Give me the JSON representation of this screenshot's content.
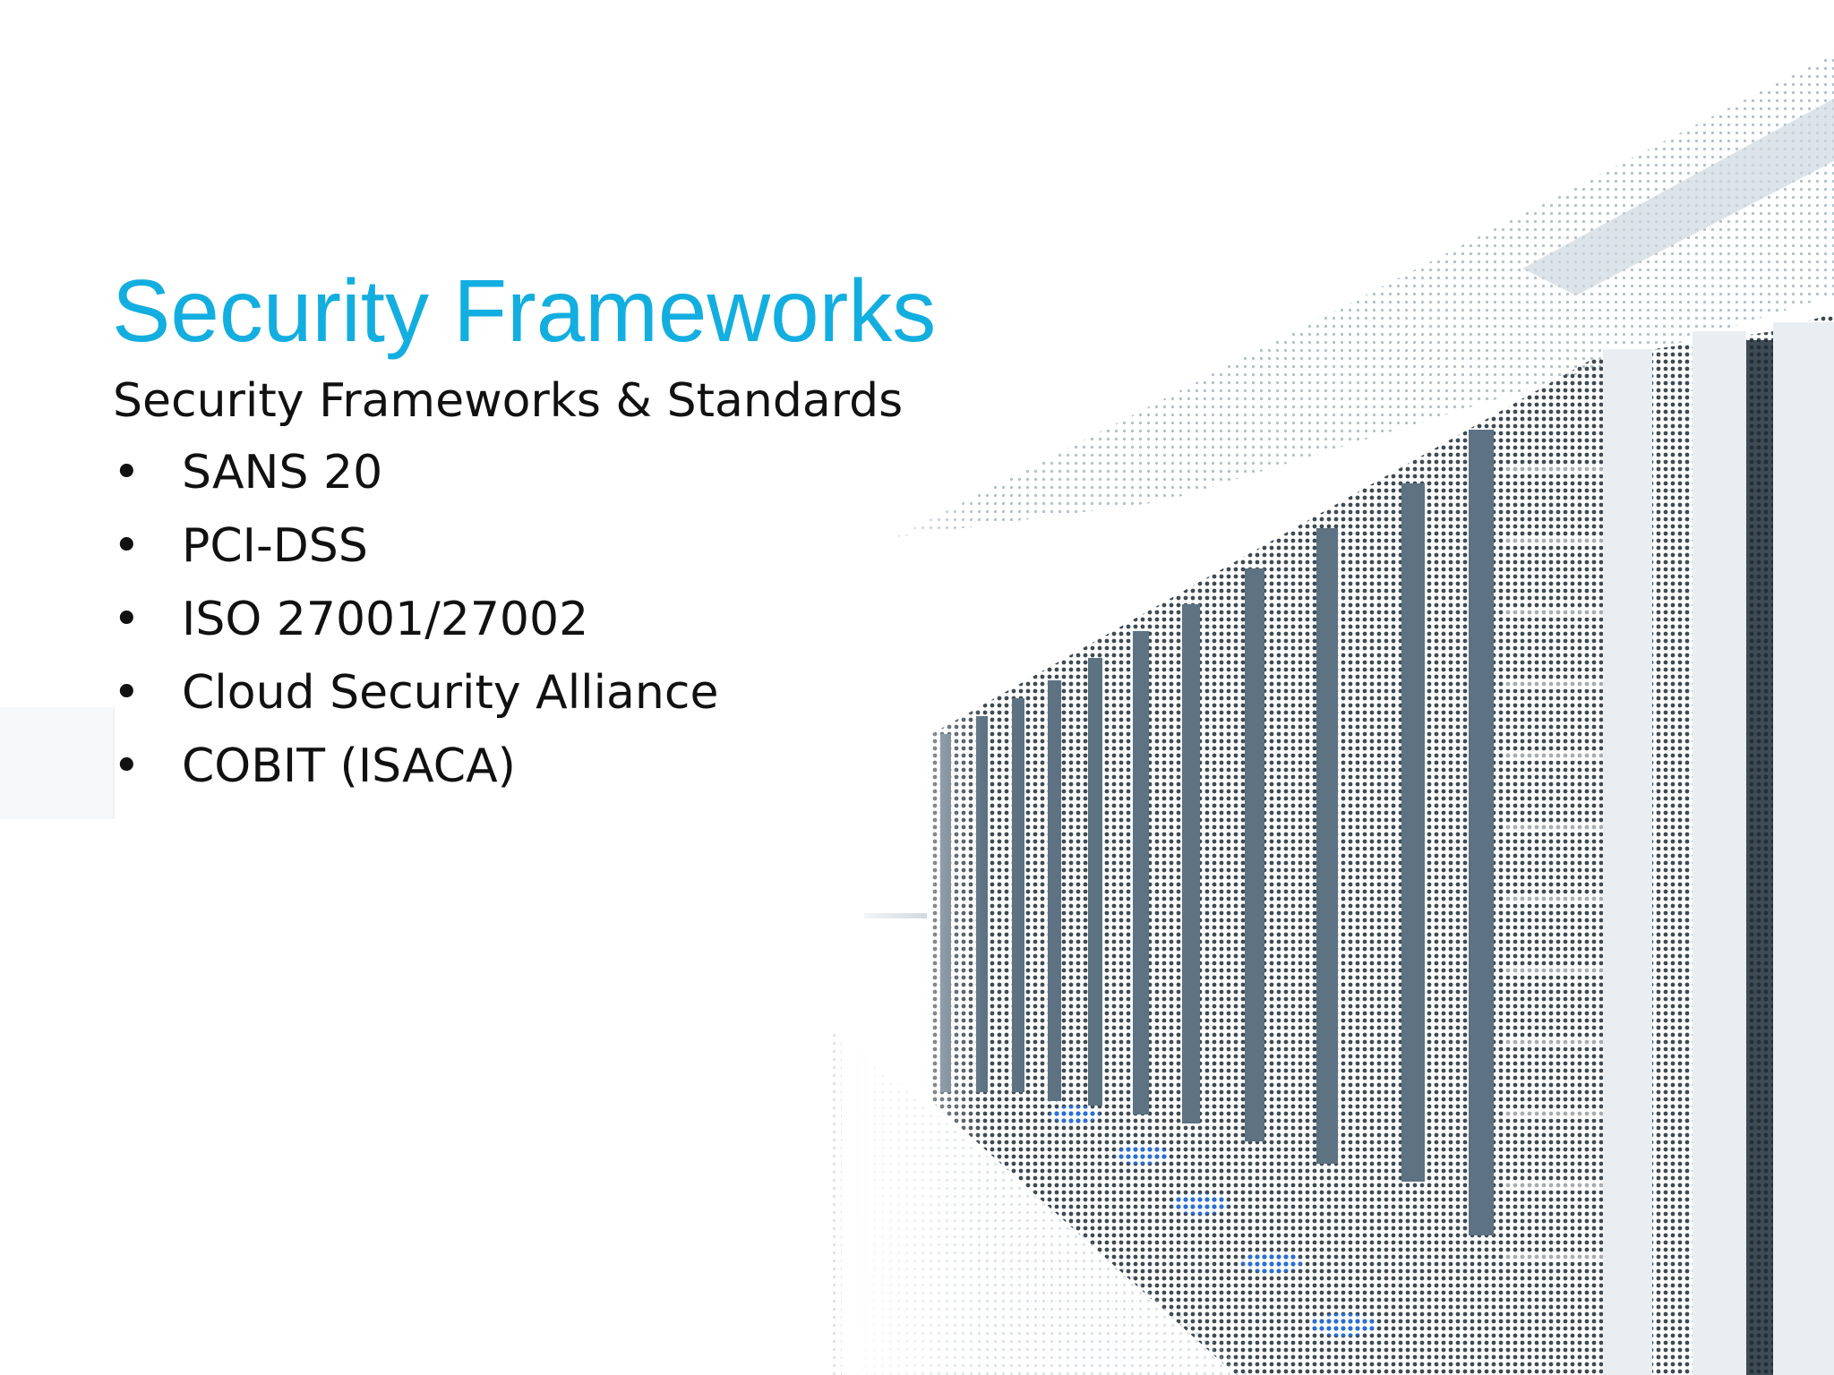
{
  "slide": {
    "title": "Security Frameworks",
    "subtitle": "Security Frameworks & Standards",
    "bullet_glyph": "•",
    "bullets": [
      {
        "text": "SANS 20"
      },
      {
        "text": "PCI-DSS"
      },
      {
        "text": "ISO 27001/27002"
      },
      {
        "text": "Cloud Security Alliance"
      },
      {
        "text": "COBIT (ISACA)"
      }
    ]
  },
  "colors": {
    "title": "#13aee0",
    "text": "#111111",
    "background": "#ffffff",
    "rack_steel": "#5d7282",
    "rack_dark": "#1d2a35",
    "rack_frame": "#e9eef2",
    "accent_blue": "#2a6fd6"
  },
  "background_image": {
    "icon": "server-racks-datacenter-image"
  }
}
